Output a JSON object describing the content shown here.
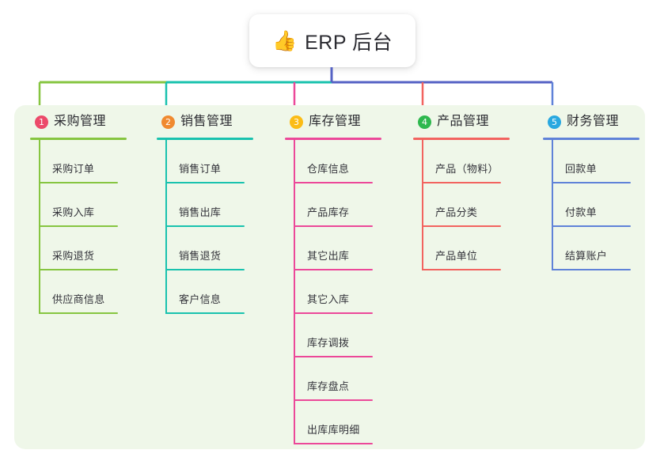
{
  "title": {
    "icon": "thumbs-up-icon",
    "icon_glyph": "👍",
    "text": "ERP 后台"
  },
  "palette": {
    "panel_bg": "#eff7e9",
    "card_bg": "#ffffff",
    "root_connector": "#5562c4",
    "text": "#2b2b31"
  },
  "columns": [
    {
      "number": "1",
      "label": "采购管理",
      "badge_color": "#ec4a6a",
      "line_color": "#86c540",
      "items": [
        {
          "label": "采购订单"
        },
        {
          "label": "采购入库"
        },
        {
          "label": "采购退货"
        },
        {
          "label": "供应商信息"
        }
      ]
    },
    {
      "number": "2",
      "label": "销售管理",
      "badge_color": "#f08a30",
      "line_color": "#19c2ae",
      "items": [
        {
          "label": "销售订单"
        },
        {
          "label": "销售出库"
        },
        {
          "label": "销售退货"
        },
        {
          "label": "客户信息"
        }
      ]
    },
    {
      "number": "3",
      "label": "库存管理",
      "badge_color": "#fbbc16",
      "line_color": "#ec4899",
      "items": [
        {
          "label": "仓库信息"
        },
        {
          "label": "产品库存"
        },
        {
          "label": "其它出库"
        },
        {
          "label": "其它入库"
        },
        {
          "label": "库存调拨"
        },
        {
          "label": "库存盘点"
        },
        {
          "label": "出库库明细"
        }
      ]
    },
    {
      "number": "4",
      "label": "产品管理",
      "badge_color": "#2eb84e",
      "line_color": "#f2635f",
      "items": [
        {
          "label": "产品（物料）"
        },
        {
          "label": "产品分类"
        },
        {
          "label": "产品单位"
        }
      ]
    },
    {
      "number": "5",
      "label": "财务管理",
      "badge_color": "#29a8e0",
      "line_color": "#5f82d8",
      "items": [
        {
          "label": "回款单"
        },
        {
          "label": "付款单"
        },
        {
          "label": "结算账户"
        }
      ]
    }
  ],
  "connectors": {
    "root_drop_color": "#5562c4",
    "bus_segments": [
      {
        "color": "#86c540"
      },
      {
        "color": "#19c2ae"
      },
      {
        "color": "#5562c4"
      }
    ]
  }
}
